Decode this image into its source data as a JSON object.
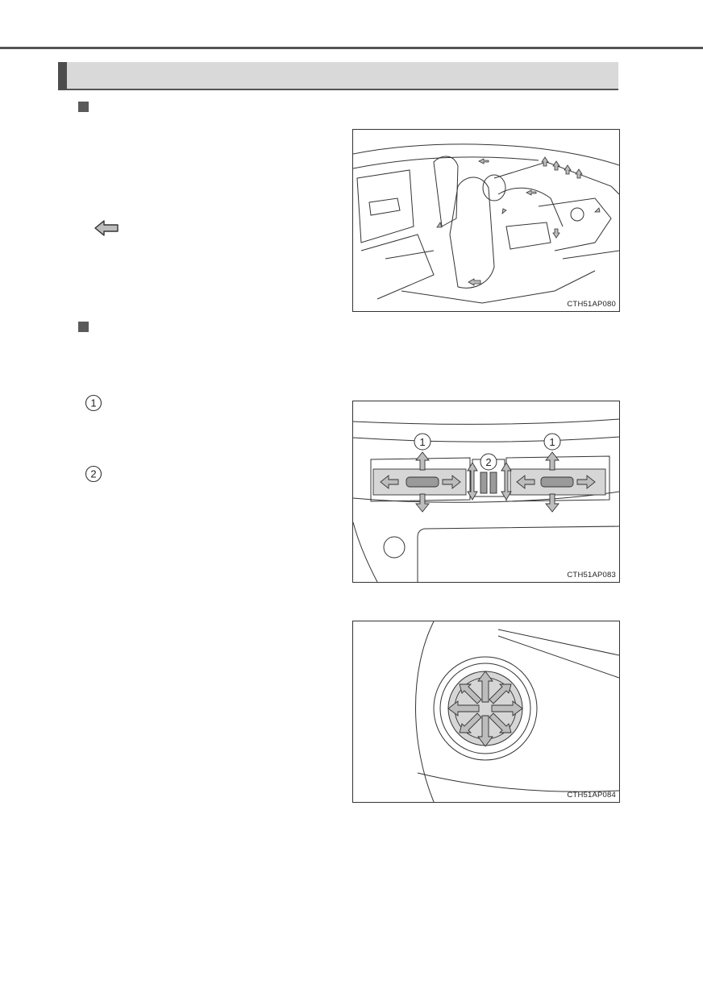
{
  "figures": {
    "fig1": {
      "code": "CTH51AP080"
    },
    "fig2": {
      "code": "CTH51AP083",
      "callouts": [
        "1",
        "2",
        "1"
      ]
    },
    "fig3": {
      "code": "CTH51AP084"
    }
  },
  "icons": {
    "left_arrow": "left-arrow-icon",
    "num1": "circled-number-1",
    "num2": "circled-number-2"
  },
  "callout_labels": {
    "one": "1",
    "two": "2"
  }
}
